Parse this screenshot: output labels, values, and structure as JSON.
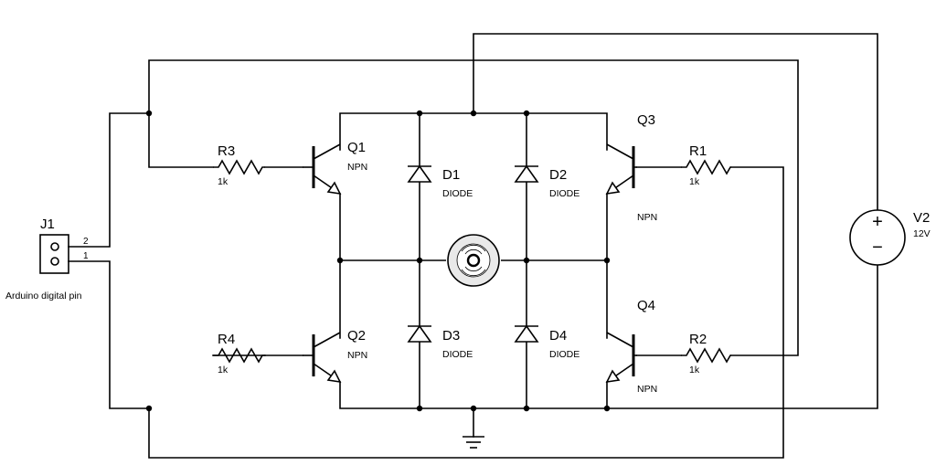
{
  "connector": {
    "ref": "J1",
    "pin_top": "2",
    "pin_bottom": "1",
    "caption": "Arduino digital pin"
  },
  "resistors": [
    {
      "ref": "R3",
      "value": "1k"
    },
    {
      "ref": "R4",
      "value": "1k"
    },
    {
      "ref": "R1",
      "value": "1k"
    },
    {
      "ref": "R2",
      "value": "1k"
    }
  ],
  "transistors": [
    {
      "ref": "Q1",
      "type": "NPN"
    },
    {
      "ref": "Q2",
      "type": "NPN"
    },
    {
      "ref": "Q3",
      "type": "NPN"
    },
    {
      "ref": "Q4",
      "type": "NPN"
    }
  ],
  "diodes": [
    {
      "ref": "D1",
      "type": "DIODE"
    },
    {
      "ref": "D2",
      "type": "DIODE"
    },
    {
      "ref": "D3",
      "type": "DIODE"
    },
    {
      "ref": "D4",
      "type": "DIODE"
    }
  ],
  "source": {
    "ref": "V2",
    "value": "12V",
    "plus": "+",
    "minus": "−"
  },
  "colors": {
    "ink": "#000000",
    "background": "#ffffff",
    "motor_fill": "#e9e9e9"
  }
}
